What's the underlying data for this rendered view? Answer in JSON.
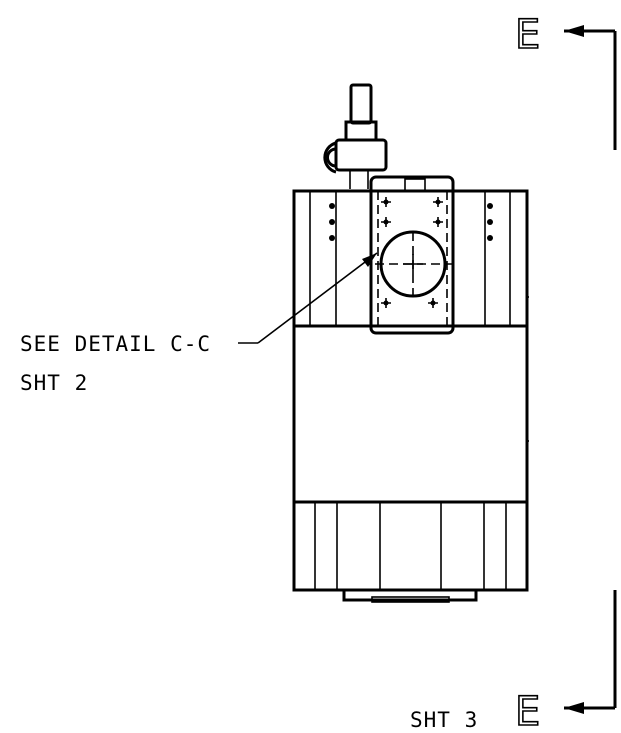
{
  "callouts": {
    "detail_reference": "SEE DETAIL C-C",
    "detail_sheet": "SHT 2",
    "section_sheet": "SHT 3"
  },
  "section_marker": {
    "top_letter": "E",
    "bottom_letter": "E"
  }
}
